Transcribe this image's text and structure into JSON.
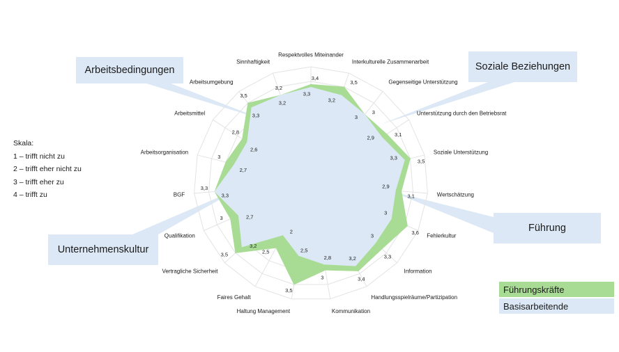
{
  "chart_data": {
    "type": "radar",
    "axis_range": [
      0,
      4
    ],
    "grid": true,
    "categories": [
      "Respektvolles Miteinander",
      "Interkulturelle Zusammenarbeit",
      "Gegenseitige Unterstützung",
      "Unterstützung durch den Betriebsrat",
      "Soziale Unterstützung",
      "Wertschätzung",
      "Fehlerkultur",
      "Information",
      "Handlungsspielräume/Partizipation",
      "Kommunikation",
      "Haltung Management",
      "Faires Gehalt",
      "Vertragliche Sicherheit",
      "Qualifikation",
      "BGF",
      "Arbeitsorganisation",
      "Arbeitsmittel",
      "Arbeitsumgebung",
      "Sinnhaftigkeit"
    ],
    "series": [
      {
        "name": "Führungskräfte",
        "color": "#a8dc94",
        "values": [
          3.4,
          3.5,
          3,
          3.1,
          3.5,
          3.1,
          3.6,
          3.3,
          3.4,
          3,
          3.5,
          2.5,
          3.5,
          3,
          3.3,
          3,
          2.8,
          3.5,
          3.2
        ],
        "labels": [
          "3,4",
          "3,5",
          "3",
          "3,1",
          "3,5",
          "3,1",
          "3,6",
          "3,3",
          "3,4",
          "3",
          "3,5",
          "2,5",
          "3,5",
          "3",
          "3,3",
          "3",
          "2,8",
          "3,5",
          "3,2"
        ]
      },
      {
        "name": "Basisarbeitende",
        "color": "#dce8f5",
        "values": [
          3.3,
          3.2,
          3,
          2.9,
          3.3,
          2.9,
          3,
          3,
          3.2,
          2.8,
          2.5,
          2,
          3.2,
          2.7,
          3.3,
          2.7,
          2.6,
          3.3,
          3.2
        ],
        "labels": [
          "3,3",
          "3,2",
          "3",
          "2,9",
          "3,3",
          "2,9",
          "3",
          "3",
          "3,2",
          "2,8",
          "2,5",
          "2",
          "3,2",
          "2,7",
          "3,3",
          "2,7",
          "2,6",
          "3,3",
          "3,2"
        ]
      }
    ],
    "legend": [
      "Führungskräfte",
      "Basisarbeitende"
    ],
    "legend_placement": "bottom-right"
  },
  "callouts": {
    "arbeitsbedingungen": "Arbeitsbedingungen",
    "soziale_beziehungen": "Soziale Beziehungen",
    "fuehrung": "Führung",
    "unternehmenskultur": "Unternehmenskultur"
  },
  "scale": {
    "title": "Skala:",
    "items": [
      "1 – trifft nicht zu",
      "2 – trifft eher nicht zu",
      "3 – trifft eher zu",
      "4 – trifft zu"
    ]
  },
  "colors": {
    "fuehrungskraefte": "#a8dc94",
    "basisarbeitende": "#dce8f5",
    "grid": "#e3e3e3"
  }
}
